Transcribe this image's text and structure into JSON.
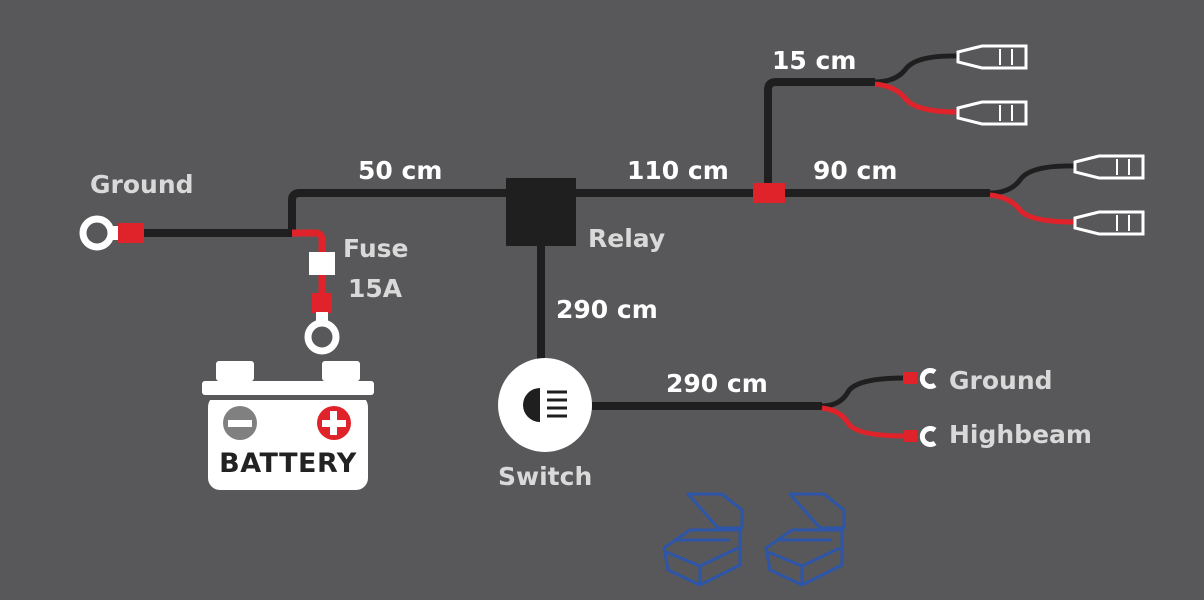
{
  "labels": {
    "ground_left": "Ground",
    "fuse": "Fuse",
    "fuse_rating": "15A",
    "battery": "BATTERY",
    "relay": "Relay",
    "switch": "Switch",
    "len_50": "50 cm",
    "len_110": "110 cm",
    "len_90": "90 cm",
    "len_15": "15 cm",
    "len_290_vertical": "290 cm",
    "len_290_switch": "290 cm",
    "ground_right": "Ground",
    "highbeam": "Highbeam"
  },
  "colors": {
    "background": "#58585a",
    "wire_black": "#1f1f1f",
    "wire_red": "#e0232b",
    "connector_outline": "#ffffff",
    "clip_blue": "#2d55a8"
  },
  "icons": [
    "ring-terminal-icon",
    "fuse-icon",
    "battery-icon",
    "relay-box-icon",
    "switch-headlight-icon",
    "spade-connector-icon",
    "wire-tap-clip-icon"
  ]
}
